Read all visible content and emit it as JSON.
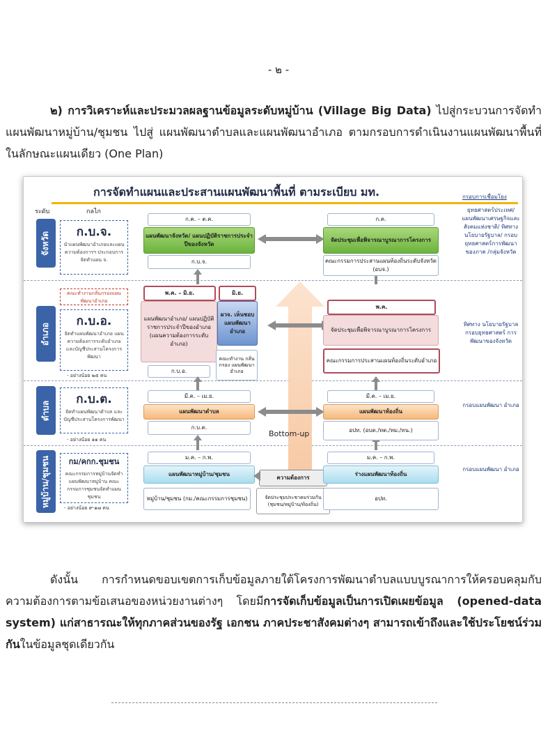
{
  "page": {
    "page_number": "- ๒ -",
    "para1": {
      "bold": "๒) การวิเคราะห์และประมวลผลฐานข้อมูลระดับหมู่บ้าน (Village Big Data)",
      "rest": " ไปสู่กระบวนการจัดทำแผนพัฒนาหมู่บ้าน/ชุมชน ไปสู่ แผนพัฒนาตำบลและแผนพัฒนาอำเภอ ตามกรอบการดำเนินงานแผนพัฒนาพื้นที่ในลักษณะแผนเดียว (One Plan)"
    },
    "para2": {
      "a": "ดังนั้น การกำหนดขอบเขตการเก็บข้อมูลภายใต้โครงการพัฒนาตำบลแบบบูรณาการให้ครอบคลุมกับความต้องการตามข้อเสนอของหน่วยงานต่างๆ โดยมี",
      "b": "การจัดเก็บข้อมูลเป็นการเปิดเผยข้อมูล (opened-data system) แก่สาธารณะให้ทุกภาคส่วนของรัฐ เอกชน ภาคประชาสังคมต่างๆ สามารถเข้าถึงและใช้ประโยชน์ร่วมกัน",
      "c": "ในข้อมูลชุดเดียวกัน"
    }
  },
  "figure": {
    "title": "การจัดทำแผนและประสานแผนพัฒนาพื้นที่ ตามระเบียบ มท.",
    "link_header": "กรอบการเชื่อมโยง",
    "col_level": "ระดับ",
    "col_mech": "กลไก",
    "levels": [
      "จังหวัด",
      "อำเภอ",
      "ตำบล",
      "หมู่บ้าน/ชุมชน"
    ],
    "orgs": {
      "province": {
        "name": "ก.บ.จ.",
        "note": "นำแผนพัฒนาอำเภอและแผนความต้องการฯ ประกอบการจัดทำแผน จ."
      },
      "district": {
        "name": "ก.บ.อ.",
        "note": "จัดทำแผนพัฒนาอำเภอ แผนความต้องการระดับอำเภอ และบัญชีประสานโครงการพัฒนา",
        "min": "- อย่างน้อย ๒๕ คน",
        "red_note": "คณะทำงานกลั่นกรองแผนพัฒนาอำเภอ"
      },
      "subdistrict": {
        "name": "ก.บ.ต.",
        "note": "จัดทำแผนพัฒนาตำบล และบัญชีประสานโครงการพัฒนา",
        "min": "- อย่างน้อย ๑๑ คน"
      },
      "village": {
        "name": "กม/คกก.ชุมชน",
        "note": "คณะกรรมการหมู่บ้านจัดทำแผนพัฒนาหมู่บ้าน คณะกรรมการชุมชนจัดทำแผนชุมชน",
        "min": "- อย่างน้อย ๙-๑๗ คน"
      }
    },
    "left_boxes": {
      "p_period": "ก.ค. – ต.ค.",
      "p_plan": "แผนพัฒนาจังหวัด/ แผนปฏิบัติราชการประจำปีของจังหวัด",
      "p_org": "ก.บ.จ.",
      "d_period": "พ.ค. – มิ.ย.",
      "d_plan": "แผนพัฒนาอำเภอ/ แผนปฏิบัติราชการประจำปีของอำเภอ (แผนความต้องการระดับอำเภอ)",
      "d_org": "ก.บ.อ.",
      "d_period2": "มิ.ย.",
      "d_blue": "ผวจ. เห็นชอบ แผนพัฒนา อำเภอ",
      "d_small": "คณะทำงาน กลั่นกรอง แผนพัฒนา อำเภอ",
      "s_period": "มี.ค. – เม.ย.",
      "s_plan": "แผนพัฒนาตำบล",
      "s_org": "ก.บ.ต.",
      "v_period": "ม.ค. – ก.พ.",
      "v_plan": "แผนพัฒนาหมู่บ้าน/ชุมชน",
      "v_org": "หมู่บ้าน/ชุมชน (กม./คณะกรรมการชุมชน)"
    },
    "center": {
      "bottom_up": "Bottom-up",
      "needs": "ความต้องการ",
      "forum": "จัดประชุมประชาคมร่วมกัน (ชุมชน/หมู่บ้าน/ท้องถิ่น)"
    },
    "right_boxes": {
      "p_period": "ก.ค.",
      "p_plan": "จัดประชุมเพื่อพิจารณาบูรณาการโครงการ",
      "p_org": "คณะกรรมการประสานแผนท้องถิ่นระดับจังหวัด (อบจ.)",
      "d_period": "พ.ค.",
      "d_plan": "จัดประชุมเพื่อพิจารณาบูรณาการโครงการ",
      "d_org": "คณะกรรมการประสานแผนท้องถิ่นระดับอำเภอ",
      "s_period": "มี.ค. – เม.ย.",
      "s_plan": "แผนพัฒนาท้องถิ่น",
      "s_org": "อปท. (อบต./ทต./ทม./ทน.)",
      "v_period": "ม.ค. – ก.พ.",
      "v_plan": "ร่างแผนพัฒนาท้องถิ่น",
      "v_org": "อปท."
    },
    "links": {
      "province": "ยุทธศาสตร์ประเทศ/ แผนพัฒนาเศรษฐกิจและสังคมแห่งชาติ/ ทิศทางนโยบายรัฐบาล/ กรอบยุทธศาสตร์การพัฒนาของภาค /กลุ่มจังหวัด",
      "district": "ทิศทาง นโยบายรัฐบาล กรอบยุทธศาสตร์ การพัฒนาของจังหวัด",
      "subdistrict": "กรอบแผนพัฒนา อำเภอ",
      "village": "กรอบแผนพัฒนา อำเภอ"
    }
  }
}
